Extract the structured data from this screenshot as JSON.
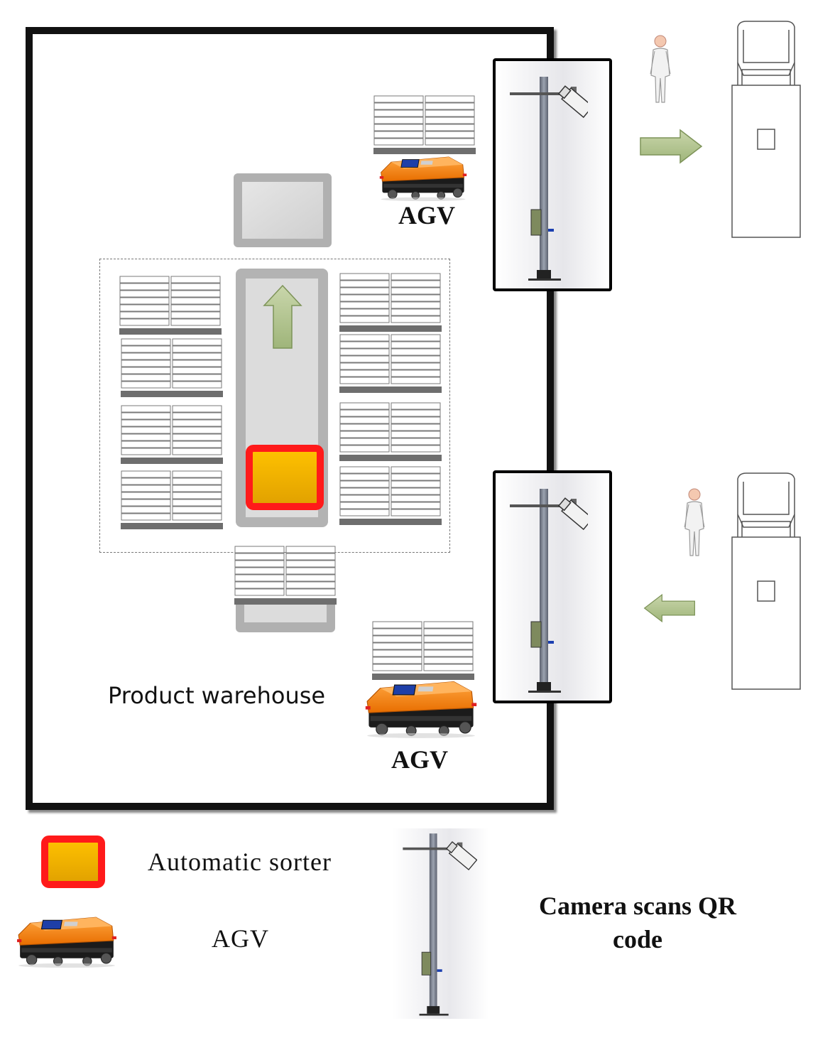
{
  "diagram": {
    "warehouse_label": "Product warehouse",
    "agv_label_top": "AGV",
    "agv_label_bottom": "AGV"
  },
  "legend": {
    "sorter_label": "Automatic sorter",
    "agv_label": "AGV",
    "camera_label_line1": "Camera scans QR",
    "camera_label_line2": "code"
  },
  "colors": {
    "wall": "#111111",
    "sorter_border": "#ff1a1a",
    "sorter_fill": "#f5b400",
    "arrow_fill": "#b8c89a",
    "agv_body": "#f07d10",
    "conveyor": "#b3b3b3",
    "pallet_base": "#707070"
  },
  "icons": {
    "sorter": "sorter-icon",
    "agv": "agv-icon",
    "camera": "camera-pole-icon",
    "worker": "worker-icon",
    "truck": "truck-icon",
    "arrow": "flow-arrow-icon",
    "pallet": "pallet-icon"
  }
}
